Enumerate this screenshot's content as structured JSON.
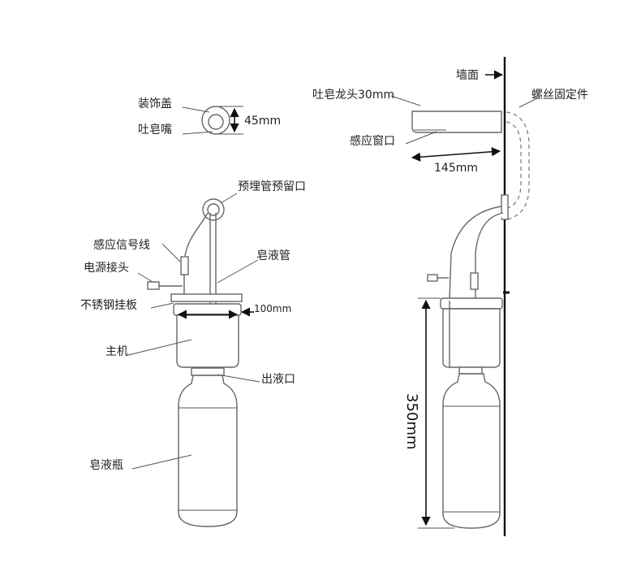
{
  "front_view": {
    "labels": {
      "decorative_cover": "装饰盖",
      "soap_spout": "吐皂嘴",
      "height_dim": "45mm",
      "embedded_pipe_opening": "预埋管预留口",
      "sensor_signal_wire": "感应信号线",
      "power_connector": "电源接头",
      "soap_tube": "皂液管",
      "steel_hanging_plate": "不锈钢挂板",
      "width_dim": "100mm",
      "main_unit": "主机",
      "liquid_outlet": "出液口",
      "soap_bottle": "皂液瓶"
    }
  },
  "side_view": {
    "labels": {
      "wall": "墙面",
      "faucet": "吐皂龙头30mm",
      "screw_fixture": "螺丝固定件",
      "sensor_window": "感应窗口",
      "depth_dim": "145mm",
      "height_dim": "350mm"
    }
  }
}
